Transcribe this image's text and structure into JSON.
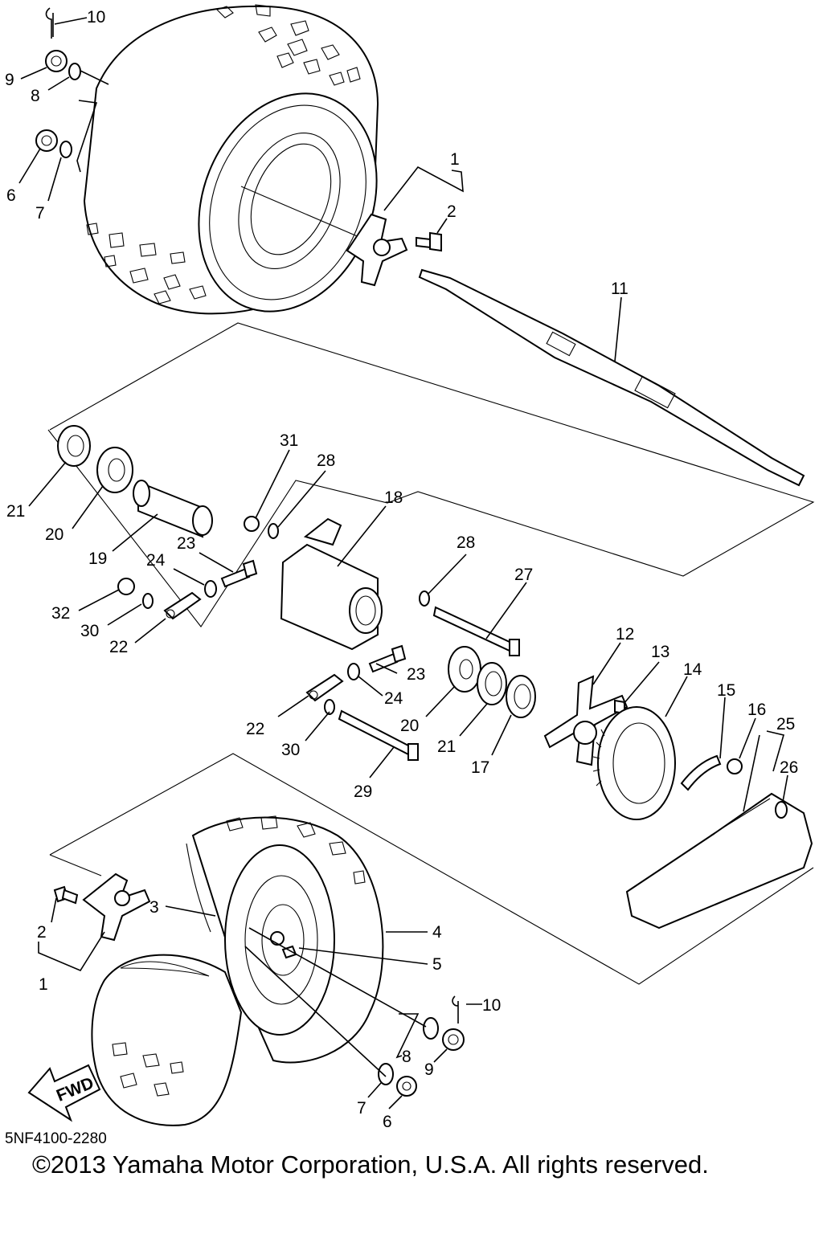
{
  "diagram": {
    "callouts": [
      {
        "id": "c10a",
        "text": "10"
      },
      {
        "id": "c9a",
        "text": "9"
      },
      {
        "id": "c8a",
        "text": "8"
      },
      {
        "id": "c6a",
        "text": "6"
      },
      {
        "id": "c7a",
        "text": "7"
      },
      {
        "id": "c1a",
        "text": "1"
      },
      {
        "id": "c2a",
        "text": "2"
      },
      {
        "id": "c11",
        "text": "11"
      },
      {
        "id": "c31",
        "text": "31"
      },
      {
        "id": "c28a",
        "text": "28"
      },
      {
        "id": "c18",
        "text": "18"
      },
      {
        "id": "c21a",
        "text": "21"
      },
      {
        "id": "c20a",
        "text": "20"
      },
      {
        "id": "c19",
        "text": "19"
      },
      {
        "id": "c23a",
        "text": "23"
      },
      {
        "id": "c24a",
        "text": "24"
      },
      {
        "id": "c32",
        "text": "32"
      },
      {
        "id": "c30a",
        "text": "30"
      },
      {
        "id": "c22a",
        "text": "22"
      },
      {
        "id": "c28b",
        "text": "28"
      },
      {
        "id": "c27",
        "text": "27"
      },
      {
        "id": "c12",
        "text": "12"
      },
      {
        "id": "c13",
        "text": "13"
      },
      {
        "id": "c14",
        "text": "14"
      },
      {
        "id": "c15",
        "text": "15"
      },
      {
        "id": "c16",
        "text": "16"
      },
      {
        "id": "c25",
        "text": "25"
      },
      {
        "id": "c26",
        "text": "26"
      },
      {
        "id": "c23b",
        "text": "23"
      },
      {
        "id": "c24b",
        "text": "24"
      },
      {
        "id": "c22b",
        "text": "22"
      },
      {
        "id": "c30b",
        "text": "30"
      },
      {
        "id": "c20b",
        "text": "20"
      },
      {
        "id": "c21b",
        "text": "21"
      },
      {
        "id": "c17",
        "text": "17"
      },
      {
        "id": "c29",
        "text": "29"
      },
      {
        "id": "c3",
        "text": "3"
      },
      {
        "id": "c4",
        "text": "4"
      },
      {
        "id": "c5",
        "text": "5"
      },
      {
        "id": "c10b",
        "text": "10"
      },
      {
        "id": "c2b",
        "text": "2"
      },
      {
        "id": "c1b",
        "text": "1"
      },
      {
        "id": "c8b",
        "text": "8"
      },
      {
        "id": "c9b",
        "text": "9"
      },
      {
        "id": "c7b",
        "text": "7"
      },
      {
        "id": "c6b",
        "text": "6"
      }
    ],
    "fwd_label": "FWD",
    "diagram_code": "5NF4100-2280",
    "copyright": "©2013 Yamaha Motor Corporation, U.S.A. All rights reserved."
  }
}
